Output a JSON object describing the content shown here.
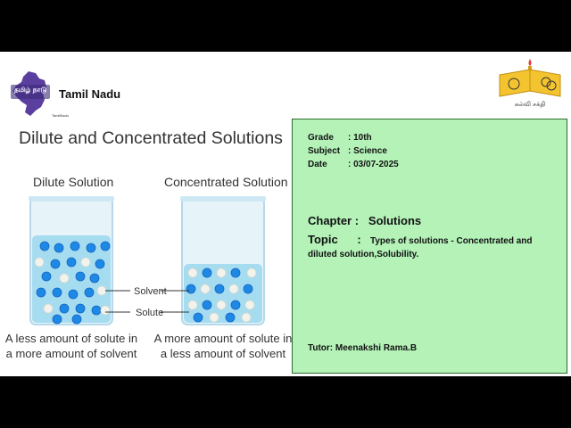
{
  "header": {
    "state_label": "Tamil Nadu",
    "state_small_text": "TamilNadu",
    "tn_logo_text": "தமிழ் நாடு",
    "kalvi_logo_text": "கல்வி சக்தி"
  },
  "illustration": {
    "title": "Dilute and Concentrated Solutions",
    "dilute_title": "Dilute Solution",
    "concentrated_title": "Concentrated Solution",
    "solvent_label": "Solvent",
    "solute_label": "Solute",
    "dilute_caption": [
      "A less amount of solute in",
      "a more amount of solvent"
    ],
    "concentrated_caption": [
      "A more amount of solute in",
      "a less amount of solvent"
    ],
    "colors": {
      "solvent_particle": "#1e88e5",
      "solute_particle": "#f3f3ee",
      "liquid": "#a6dcf0"
    }
  },
  "info": {
    "grade_label": "Grade",
    "grade_value": ": 10th",
    "subject_label": "Subject",
    "subject_value": ": Science",
    "date_label": "Date",
    "date_value": ": 03/07-2025",
    "chapter": "Chapter :   Solutions",
    "topic_label": "Topic      :",
    "topic_text": "Types of solutions - Concentrated and diluted solution,Solubility.",
    "tutor": "Tutor: Meenakshi Rama.B"
  }
}
